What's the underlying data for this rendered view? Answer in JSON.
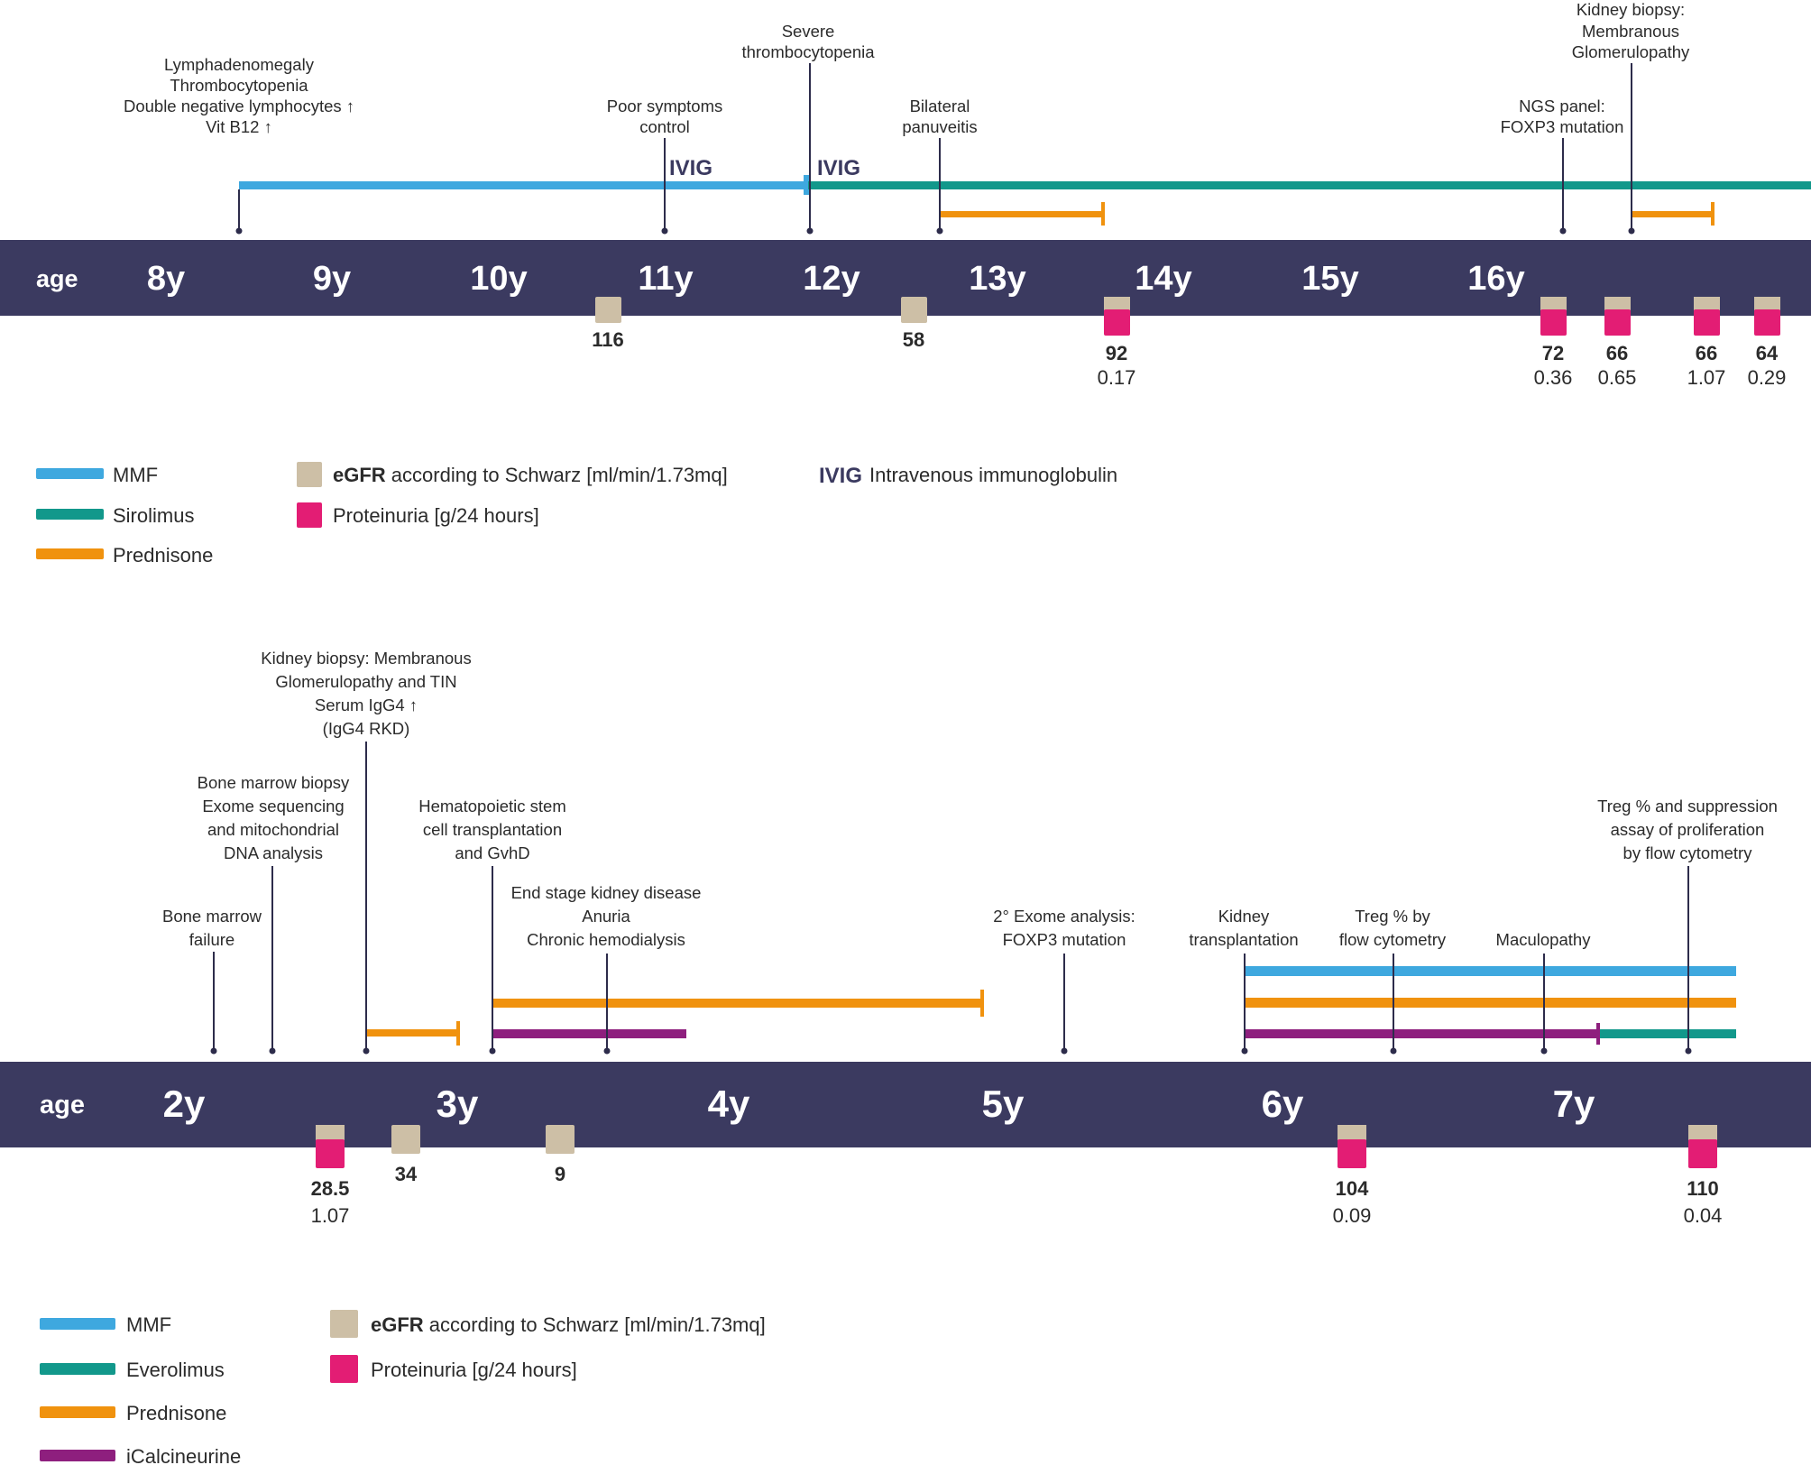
{
  "colors": {
    "band": "#3b3a60",
    "mmf": "#3ea8df",
    "sirolimus": "#12988b",
    "everolimus": "#12988b",
    "prednisone": "#f0920e",
    "icalcineurine": "#8e1f7e",
    "egfr": "#cdbfa6",
    "proteinuria": "#e31d74",
    "line": "#2d2c4b"
  },
  "top": {
    "age_title": "age",
    "ages": [
      "8y",
      "9y",
      "10y",
      "11y",
      "12y",
      "13y",
      "14y",
      "15y",
      "16y"
    ],
    "events": [
      {
        "lines": [
          "Lymphadenomegaly",
          "Thrombocytopenia",
          "Double negative lymphocytes ↑",
          "Vit B12 ↑"
        ]
      },
      {
        "lines": [
          "Poor symptoms",
          "control"
        ]
      },
      {
        "lines": [
          "Severe",
          "thrombocytopenia"
        ]
      },
      {
        "lines": [
          "Bilateral",
          "panuveitis"
        ]
      },
      {
        "lines": [
          "NGS panel:",
          "FOXP3 mutation"
        ]
      },
      {
        "lines": [
          "Kidney biopsy:",
          "Membranous",
          "Glomerulopathy"
        ]
      }
    ],
    "ivig_labels": [
      "IVIG",
      "IVIG"
    ],
    "measurements": [
      {
        "egfr": "116",
        "proteinuria": null
      },
      {
        "egfr": "58",
        "proteinuria": null
      },
      {
        "egfr": "92",
        "proteinuria": "0.17"
      },
      {
        "egfr": "72",
        "proteinuria": "0.36"
      },
      {
        "egfr": "66",
        "proteinuria": "0.65"
      },
      {
        "egfr": "66",
        "proteinuria": "1.07"
      },
      {
        "egfr": "64",
        "proteinuria": "0.29"
      }
    ],
    "legend": {
      "mmf": "MMF",
      "sirolimus": "Sirolimus",
      "prednisone": "Prednisone",
      "egfr_bold": "eGFR",
      "egfr_rest": " according to Schwarz [ml/min/1.73mq]",
      "proteinuria": "Proteinuria [g/24 hours]",
      "ivig_abbr": "IVIG",
      "ivig_desc": "Intravenous immunoglobulin"
    }
  },
  "bottom": {
    "age_title": "age",
    "ages": [
      "2y",
      "3y",
      "4y",
      "5y",
      "6y",
      "7y"
    ],
    "events": [
      {
        "lines": [
          "Bone marrow",
          "failure"
        ]
      },
      {
        "lines": [
          "Bone marrow biopsy",
          "Exome sequencing",
          "and mitochondrial",
          "DNA analysis"
        ]
      },
      {
        "lines": [
          "Kidney biopsy: Membranous",
          "Glomerulopathy and TIN",
          "Serum IgG4 ↑",
          "(IgG4 RKD)"
        ]
      },
      {
        "lines": [
          "Hematopoietic stem",
          "cell transplantation",
          "and GvhD"
        ]
      },
      {
        "lines": [
          "End stage kidney disease",
          "Anuria",
          "Chronic hemodialysis"
        ]
      },
      {
        "lines": [
          "2° Exome analysis:",
          "FOXP3 mutation"
        ]
      },
      {
        "lines": [
          "Kidney",
          "transplantation"
        ]
      },
      {
        "lines": [
          "Treg % by",
          "flow cytometry"
        ]
      },
      {
        "lines": [
          "Maculopathy"
        ]
      },
      {
        "lines": [
          "Treg % and suppression",
          "assay of proliferation",
          "by flow cytometry"
        ]
      }
    ],
    "measurements": [
      {
        "egfr": "28.5",
        "proteinuria": "1.07"
      },
      {
        "egfr": "34",
        "proteinuria": null
      },
      {
        "egfr": "9",
        "proteinuria": null
      },
      {
        "egfr": "104",
        "proteinuria": "0.09"
      },
      {
        "egfr": "110",
        "proteinuria": "0.04"
      }
    ],
    "legend": {
      "mmf": "MMF",
      "everolimus": "Everolimus",
      "prednisone": "Prednisone",
      "icalcineurine": "iCalcineurine",
      "egfr_bold": "eGFR",
      "egfr_rest": " according to Schwarz [ml/min/1.73mq]",
      "proteinuria": "Proteinuria [g/24 hours]"
    }
  }
}
